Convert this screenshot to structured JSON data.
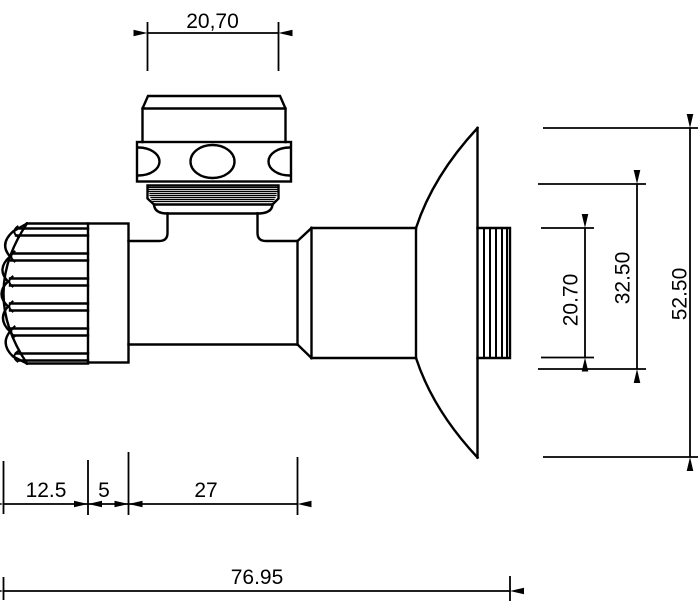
{
  "drawing": {
    "kind": "angle-valve side view, dimensioned technical drawing",
    "colors": {
      "line": "#000000",
      "background": "#ffffff"
    },
    "dimensions": {
      "bonnet_thread_width": "20,70",
      "outlet_thread_diameter": "20.70",
      "outlet_mid_diameter": "32.50",
      "flange_diameter": "52.50",
      "handle_length": "12.5",
      "collar_length": "5",
      "body_length": "27",
      "overall_length": "76.95"
    }
  }
}
